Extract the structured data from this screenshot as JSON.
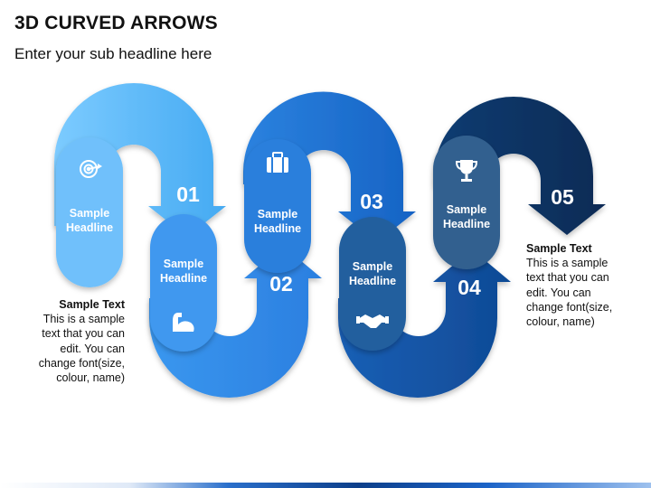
{
  "header": {
    "title": "3D CURVED ARROWS",
    "subtitle": "Enter your sub headline here"
  },
  "steps": [
    {
      "number": "01",
      "label": "Sample Headline",
      "icon": "target-icon",
      "color": "#5bb8f5"
    },
    {
      "number": "02",
      "label": "Sample Headline",
      "icon": "flexed-arm-icon",
      "color": "#3c8fe6"
    },
    {
      "number": "03",
      "label": "Sample Headline",
      "icon": "briefcase-icon",
      "color": "#1f6fcf"
    },
    {
      "number": "04",
      "label": "Sample Headline",
      "icon": "handshake-icon",
      "color": "#175aa8"
    },
    {
      "number": "05",
      "label": "Sample Headline",
      "icon": "trophy-icon",
      "color": "#0a3463"
    }
  ],
  "notes": {
    "left": {
      "title": "Sample Text",
      "body": "This is a sample text that you can edit. You can change font(size, colour, name)"
    },
    "right": {
      "title": "Sample Text",
      "body": "This is a sample text that you can edit. You can change font(size, colour, name)"
    }
  }
}
